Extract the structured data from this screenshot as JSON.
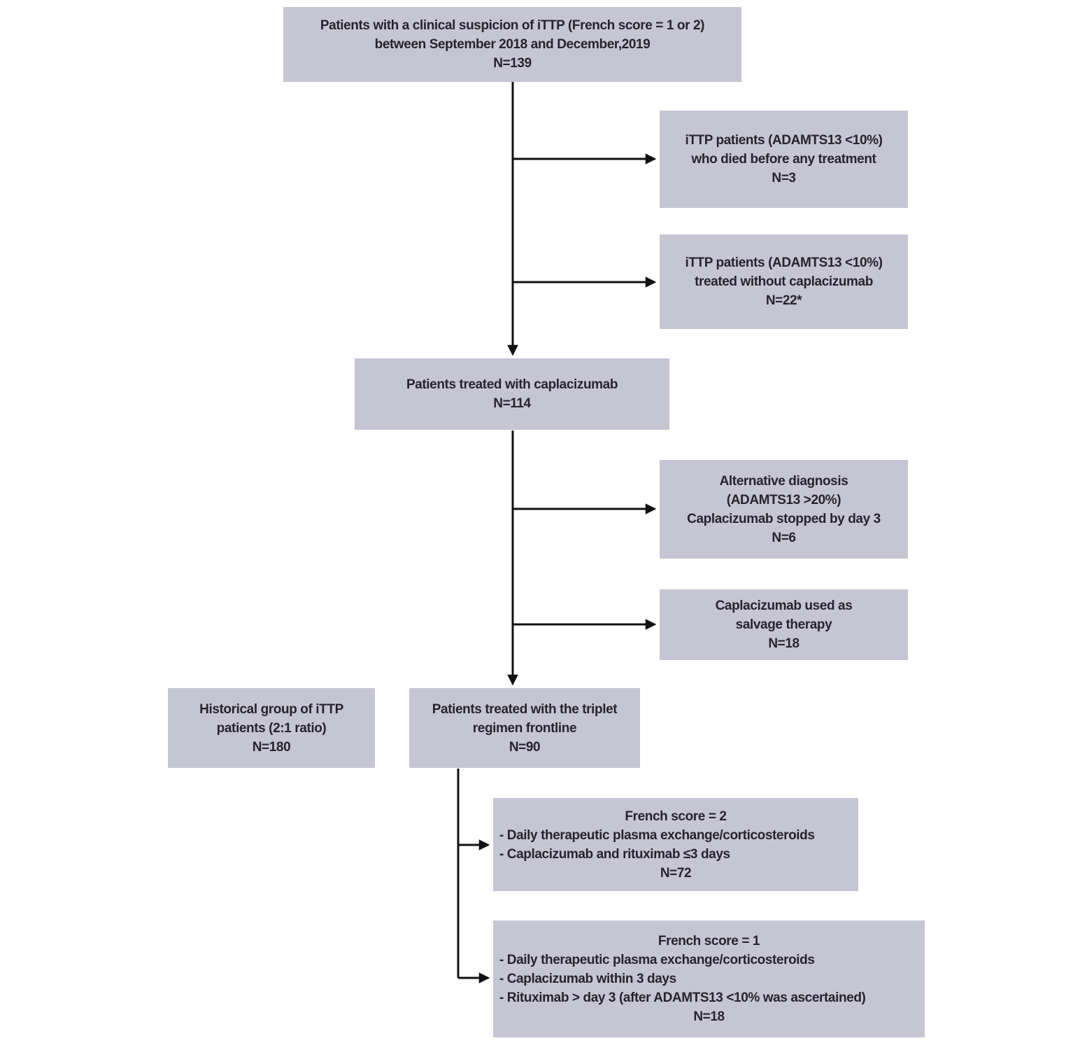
{
  "figure": {
    "type": "flowchart",
    "colors": {
      "box_fill": "#c6c5d3",
      "text": "#26242e",
      "arrow": "#111111",
      "background": "#ffffff"
    }
  },
  "boxes": {
    "suspicion": {
      "lines": [
        "Patients with a clinical suspicion of iTTP (French score = 1 or 2)",
        "between September 2018 and December,2019",
        "N=139"
      ]
    },
    "died_before_treatment": {
      "lines": [
        "iTTP patients (ADAMTS13 <10%)",
        "who died before any treatment",
        "N=3"
      ]
    },
    "treated_without_caplacizumab": {
      "lines": [
        "iTTP patients (ADAMTS13 <10%)",
        "treated without caplacizumab",
        "N=22*"
      ]
    },
    "treated_with_caplacizumab": {
      "lines": [
        "Patients treated with caplacizumab",
        "N=114"
      ]
    },
    "alternative_diagnosis": {
      "lines": [
        "Alternative diagnosis",
        "(ADAMTS13 >20%)",
        "Caplacizumab stopped by day 3",
        "N=6"
      ]
    },
    "salvage_therapy": {
      "lines": [
        "Caplacizumab used as",
        "salvage therapy",
        "N=18"
      ]
    },
    "historical_group": {
      "lines": [
        "Historical group of iTTP",
        "patients (2:1 ratio)",
        "N=180"
      ]
    },
    "triplet_regimen": {
      "lines": [
        "Patients treated with the triplet",
        "regimen frontline",
        "N=90"
      ]
    },
    "french_score_2": {
      "title": "French score = 2",
      "bullets": [
        "- Daily therapeutic plasma exchange/corticosteroids",
        "- Caplacizumab and rituximab ≤3 days"
      ],
      "n": "N=72"
    },
    "french_score_1": {
      "title": "French score = 1",
      "bullets": [
        "- Daily therapeutic plasma exchange/corticosteroids",
        "- Caplacizumab within 3 days",
        "- Rituximab > day 3 (after ADAMTS13 <10% was ascertained)"
      ],
      "n": "N=18"
    }
  }
}
